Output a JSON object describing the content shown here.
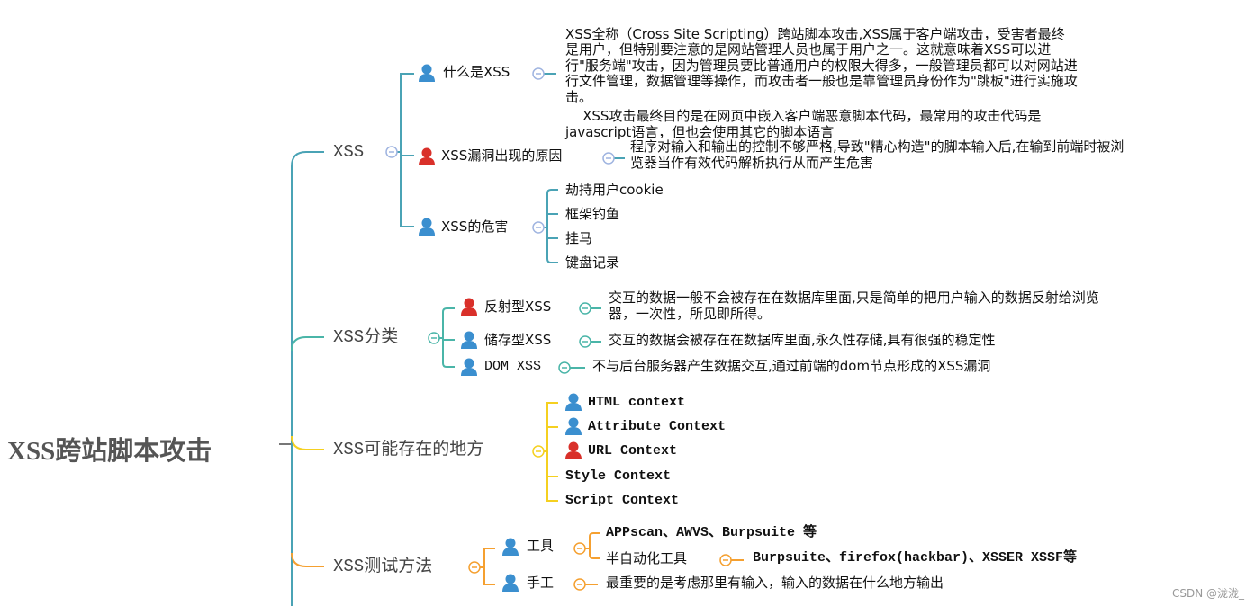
{
  "root": "XSS跨站脚本攻击",
  "branches": {
    "xss": {
      "label": "XSS",
      "what": {
        "label": "什么是XSS",
        "desc": [
          "XSS全称（Cross Site Scripting）跨站脚本攻击,XSS属于客户端攻击，受害者最终",
          "是用户，但特别要注意的是网站管理人员也属于用户之一。这就意味着XSS可以进",
          "行\"服务端\"攻击，因为管理员要比普通用户的权限大得多，一般管理员都可以对网站进",
          "行文件管理，数据管理等操作，而攻击者一般也是靠管理员身份作为\"跳板\"进行实施攻",
          "击。",
          "    XSS攻击最终目的是在网页中嵌入客户端恶意脚本代码，最常用的攻击代码是",
          "javascript语言，但也会使用其它的脚本语言"
        ]
      },
      "reason": {
        "label": "XSS漏洞出现的原因",
        "desc": [
          "程序对输入和输出的控制不够严格,导致\"精心构造\"的脚本输入后,在输到前端时被浏",
          "览器当作有效代码解析执行从而产生危害"
        ]
      },
      "harm": {
        "label": "XSS的危害",
        "items": [
          "劫持用户cookie",
          "框架钓鱼",
          "挂马",
          "键盘记录"
        ]
      }
    },
    "types": {
      "label": "XSS分类",
      "reflected": {
        "label": "反射型XSS",
        "desc": [
          "交互的数据一般不会被存在在数据库里面,只是简单的把用户输入的数据反射给浏览",
          "器，一次性，所见即所得。"
        ]
      },
      "stored": {
        "label": "储存型XSS",
        "desc": "交互的数据会被存在在数据库里面,永久性存储,具有很强的稳定性"
      },
      "dom": {
        "label": "DOM XSS",
        "desc": "不与后台服务器产生数据交互,通过前端的dom节点形成的XSS漏洞"
      }
    },
    "where": {
      "label": "XSS可能存在的地方",
      "items": [
        "HTML context",
        "Attribute Context",
        "URL Context",
        "Style Context",
        "Script Context"
      ]
    },
    "test": {
      "label": "XSS测试方法",
      "tools": {
        "label": "工具",
        "scanners": "APPscan、AWVS、Burpsuite 等",
        "semi": "半自动化工具",
        "semi_desc": "Burpsuite、firefox(hackbar)、XSSER XSSF等"
      },
      "manual": {
        "label": "手工",
        "desc": "最重要的是考虑那里有输入，输入的数据在什么地方输出"
      }
    }
  },
  "watermark": "CSDN @泷泷_",
  "colors": {
    "teal": "#4aa3b5",
    "yellow": "#f5d020",
    "orange": "#f5a030",
    "blue_icon": "#3b8fcf",
    "red_icon": "#d9302a",
    "collapse": "#9fb4e0"
  }
}
